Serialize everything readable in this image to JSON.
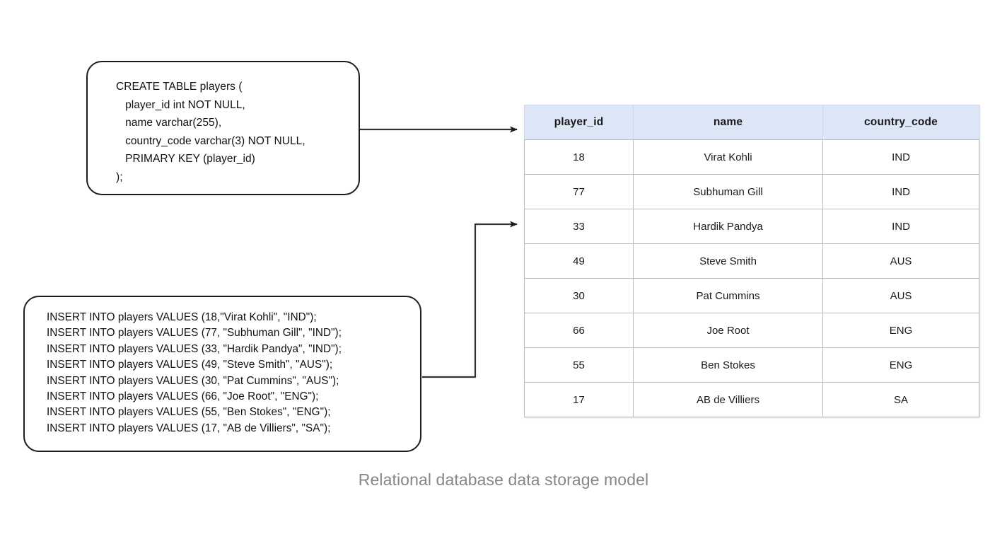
{
  "figure": {
    "caption": "Relational database data storage model",
    "background_color": "#ffffff",
    "header_fill_color": "#dce6f6",
    "border_color": "#b9bcc2",
    "box_border_color": "#1d1d1d",
    "caption_color": "#868686"
  },
  "create_table_box": {
    "name": "create-table-statement",
    "lines": [
      "CREATE TABLE players (",
      "   player_id int NOT NULL,",
      "   name varchar(255),",
      "   country_code varchar(3) NOT NULL,",
      "   PRIMARY KEY (player_id)",
      ");"
    ]
  },
  "insert_box": {
    "name": "insert-statements",
    "lines": [
      "INSERT INTO players VALUES (18,\"Virat Kohli\", \"IND\");",
      "INSERT INTO players VALUES (77, \"Subhuman Gill\", \"IND\");",
      "INSERT INTO players VALUES (33, \"Hardik Pandya\", \"IND\");",
      "INSERT INTO players VALUES (49, \"Steve Smith\", \"AUS\");",
      "INSERT INTO players VALUES (30, \"Pat Cummins\", \"AUS\");",
      "INSERT INTO players VALUES (66, \"Joe Root\", \"ENG\");",
      "INSERT INTO players VALUES (55, \"Ben Stokes\", \"ENG\");",
      "INSERT INTO players VALUES (17, \"AB de Villiers\", \"SA\");"
    ]
  },
  "table": {
    "name": "players",
    "columns": [
      "player_id",
      "name",
      "country_code"
    ],
    "rows": [
      [
        "18",
        "Virat Kohli",
        "IND"
      ],
      [
        "77",
        "Subhuman Gill",
        "IND"
      ],
      [
        "33",
        "Hardik Pandya",
        "IND"
      ],
      [
        "49",
        "Steve Smith",
        "AUS"
      ],
      [
        "30",
        "Pat Cummins",
        "AUS"
      ],
      [
        "66",
        "Joe Root",
        "ENG"
      ],
      [
        "55",
        "Ben Stokes",
        "ENG"
      ],
      [
        "17",
        "AB de Villiers",
        "SA"
      ]
    ]
  },
  "arrows": [
    {
      "name": "schema-to-table-arrow",
      "from": "create_table_box",
      "to": "table_header"
    },
    {
      "name": "inserts-to-rows-arrow",
      "from": "insert_box",
      "to": "table_rows"
    }
  ]
}
